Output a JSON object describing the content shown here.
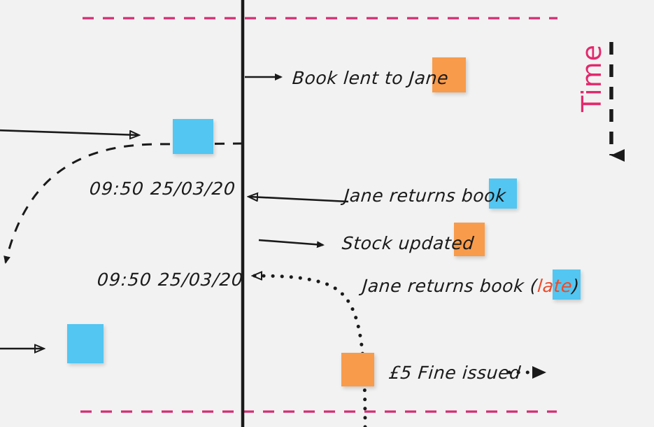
{
  "diagram": {
    "title": "Event stream timeline with sticky notes",
    "background_color": "#f2f2f2",
    "axis_label": "Time",
    "axis_label_color": "#e4286b",
    "boundary_color": "#d62c72",
    "stroke_color": "#1a1a1a",
    "note_colors": {
      "orange": "#f89b4b",
      "blue": "#53c6f2"
    },
    "highlight_color": "#ef4a29"
  },
  "events": [
    {
      "id": "book-lent",
      "label": "Book lent to Jane",
      "note_color": "orange",
      "arrow": "right-solid"
    },
    {
      "id": "jane-returns-book",
      "label": "Jane returns book",
      "note_color": "blue",
      "arrow": "left-solid-hollow-head"
    },
    {
      "id": "stock-updated",
      "label": "Stock updated",
      "note_color": "orange",
      "arrow": "right-solid"
    },
    {
      "id": "jane-returns-book-late",
      "label": "Jane returns book ",
      "label_paren_open": "(",
      "label_highlight": "late",
      "label_paren_close": ")",
      "note_color": "blue",
      "arrow": "left-dotted-hollow-head"
    },
    {
      "id": "fine-issued",
      "label": "£5 Fine issued",
      "note_color": "orange",
      "arrow": "right-dotted"
    }
  ],
  "timestamps": [
    {
      "id": "timestamp-upper",
      "value": "09:50 25/03/20"
    },
    {
      "id": "timestamp-lower",
      "value": "09:50 25/03/20"
    }
  ],
  "left_notes": [
    {
      "id": "left-note-upper",
      "note_color": "blue"
    },
    {
      "id": "left-note-lower",
      "note_color": "blue"
    }
  ]
}
